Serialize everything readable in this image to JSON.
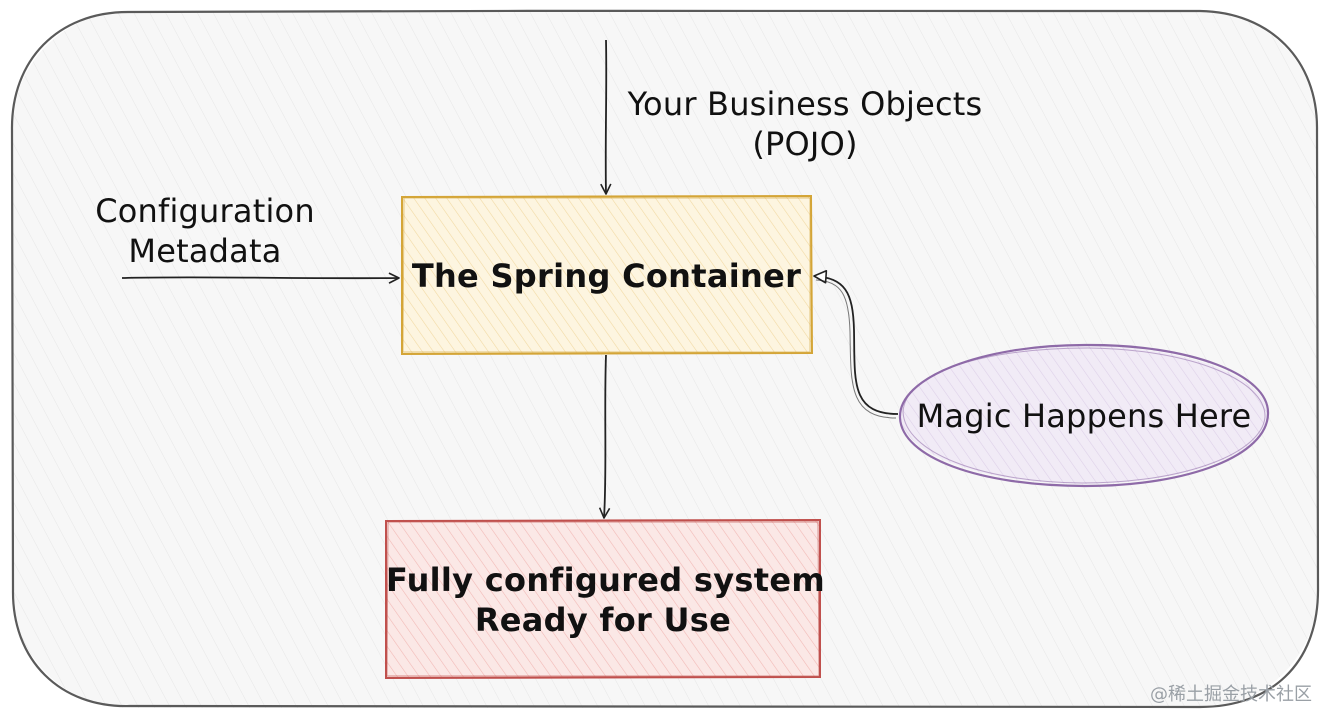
{
  "nodes": {
    "pojo": {
      "line1": "Your Business Objects",
      "line2": "(POJO)"
    },
    "config": {
      "line1": "Configuration",
      "line2": "Metadata"
    },
    "container": {
      "label": "The Spring Container"
    },
    "magic": {
      "label": "Magic Happens Here"
    },
    "result": {
      "line1": "Fully configured system",
      "line2": "Ready for Use"
    }
  },
  "watermark": "@稀土掘金技术社区",
  "colors": {
    "frame_stroke": "#5a5a5a",
    "frame_fill": "#f6f6f6",
    "container_stroke": "#d4a537",
    "container_fill": "#fdf5e0",
    "result_stroke": "#c0504d",
    "result_fill": "#fbe8e6",
    "magic_stroke": "#8e6aa8",
    "magic_fill": "#f1ebf6",
    "arrow": "#222222"
  }
}
